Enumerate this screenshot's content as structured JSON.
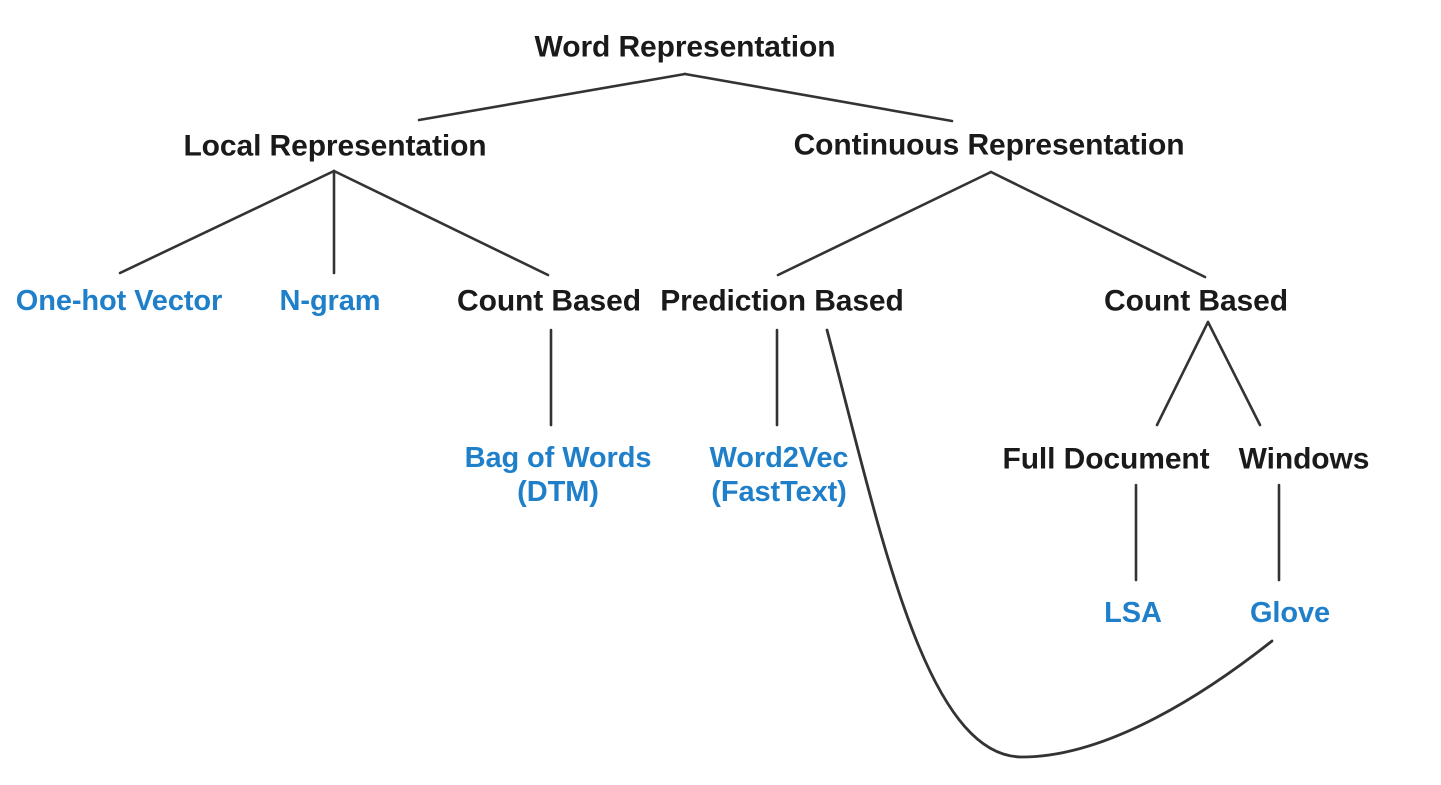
{
  "diagram": {
    "title": "Word Representation taxonomy tree",
    "colors": {
      "category_text": "#1a1a1a",
      "leaf_text": "#1f7fc9",
      "edge": "#333333",
      "background": "#ffffff"
    },
    "nodes": {
      "root": "Word Representation",
      "local_representation": "Local Representation",
      "continuous_representation": "Continuous Representation",
      "one_hot_vector": "One-hot Vector",
      "n_gram": "N-gram",
      "count_based_left": "Count Based",
      "prediction_based": "Prediction Based",
      "count_based_right": "Count Based",
      "bag_of_words_line1": "Bag of Words",
      "bag_of_words_line2": "(DTM)",
      "word2vec_line1": "Word2Vec",
      "word2vec_line2": "(FastText)",
      "full_document": "Full Document",
      "windows": "Windows",
      "lsa": "LSA",
      "glove": "Glove"
    }
  }
}
